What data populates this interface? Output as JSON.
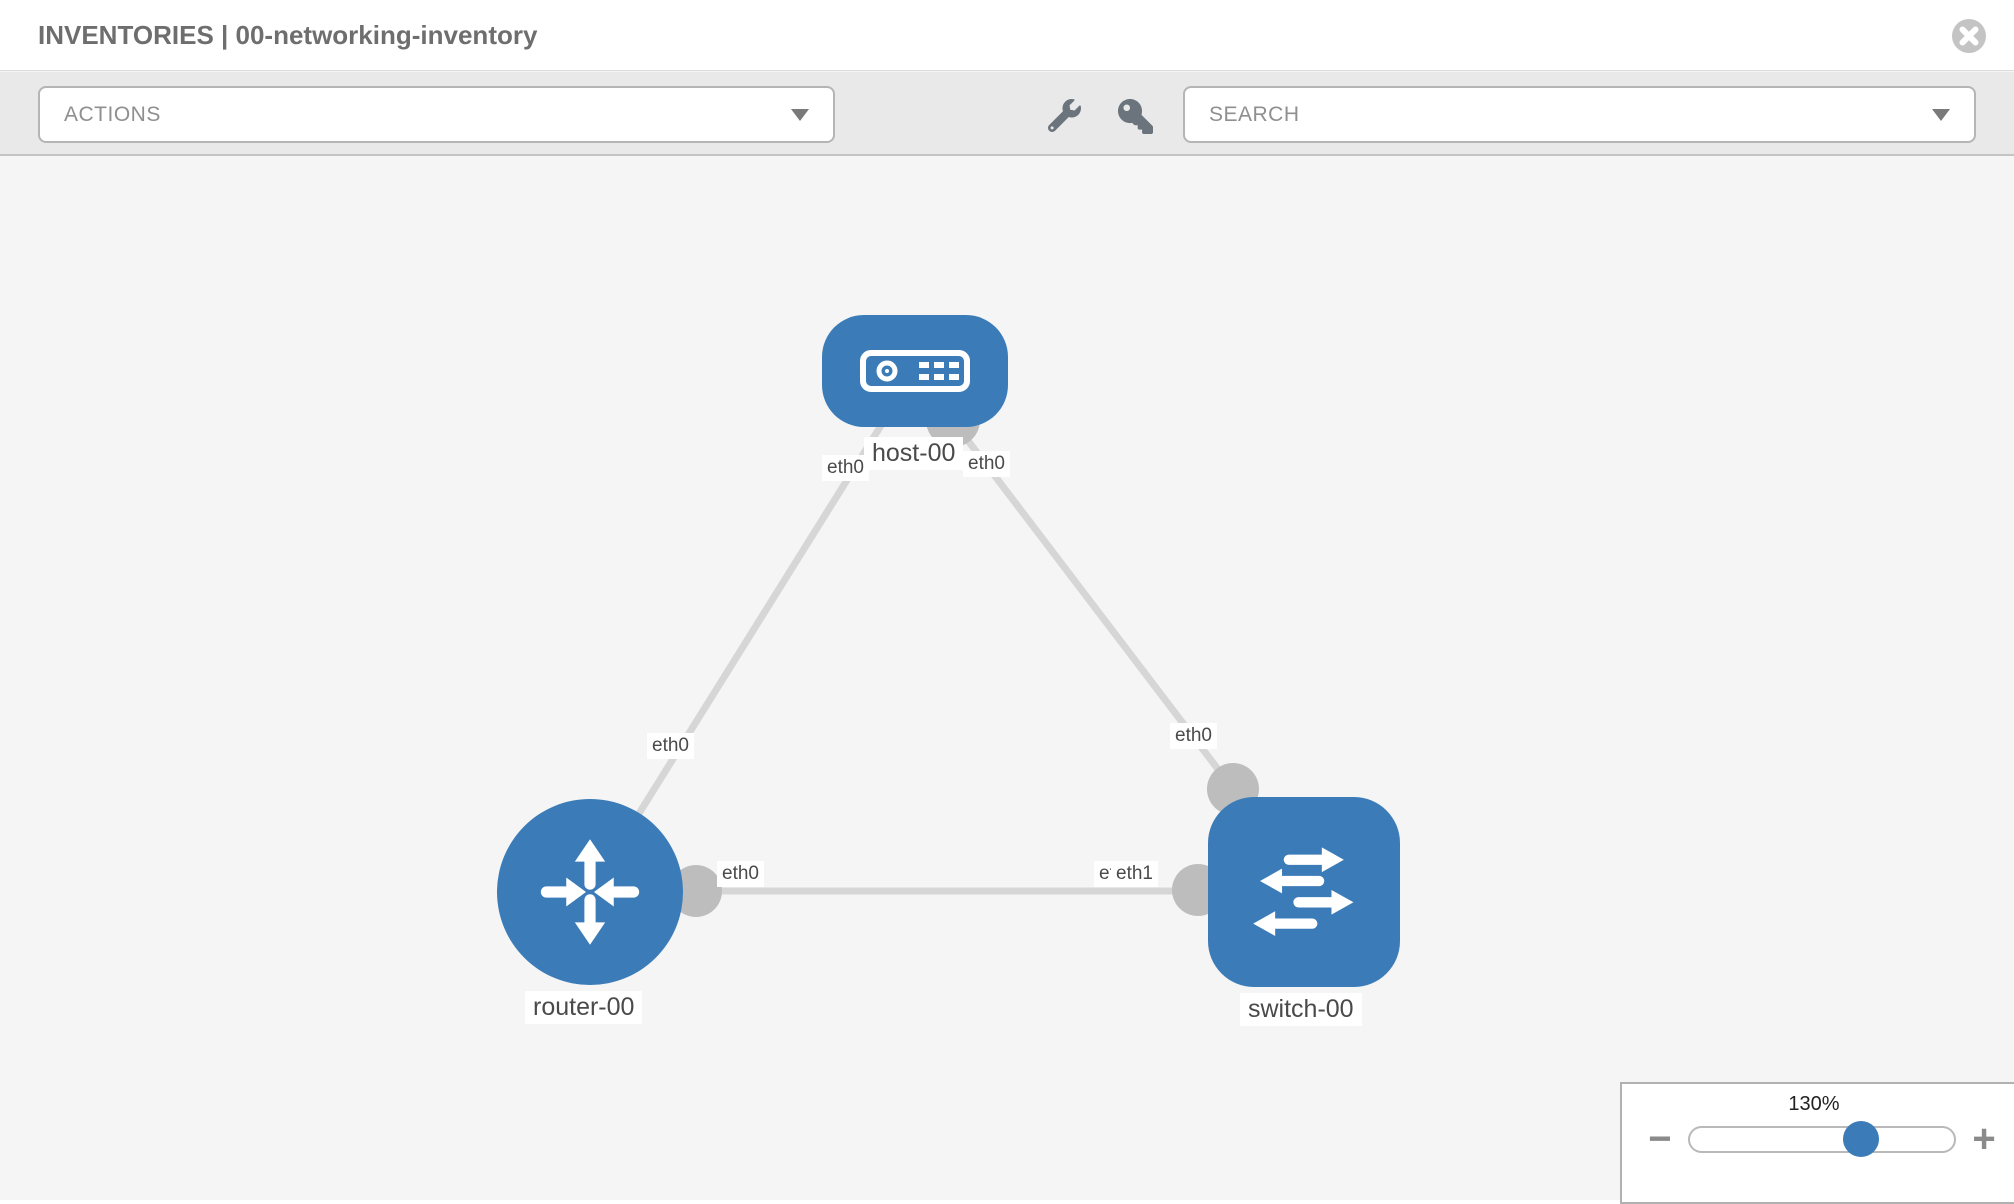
{
  "header": {
    "title": "INVENTORIES | 00-networking-inventory"
  },
  "toolbar": {
    "actions_label": "ACTIONS",
    "search_label": "SEARCH"
  },
  "graph": {
    "nodes": [
      {
        "label": "host-00",
        "type": "host"
      },
      {
        "label": "router-00",
        "type": "router"
      },
      {
        "label": "switch-00",
        "type": "switch"
      }
    ],
    "links": [
      {
        "from": "host-00",
        "to": "router-00",
        "from_interface": "eth0",
        "to_interface": "eth0"
      },
      {
        "from": "host-00",
        "to": "switch-00",
        "from_interface": "eth0",
        "to_interface": "eth0"
      },
      {
        "from": "router-00",
        "to": "switch-00",
        "from_interface": "eth0",
        "to_interface": "eth1"
      }
    ]
  },
  "zoom_control": {
    "level": "130%",
    "zoom_out_label": "−",
    "zoom_in_label": "+"
  },
  "colors": {
    "node_blue": "#3b7cb8",
    "link_gray": "#d6d6d6",
    "connector_gray": "#bdbdbd",
    "icon_gray": "#6b747c",
    "canvas_bg": "#f5f5f5",
    "toolbar_bg": "#e9e9e9"
  }
}
